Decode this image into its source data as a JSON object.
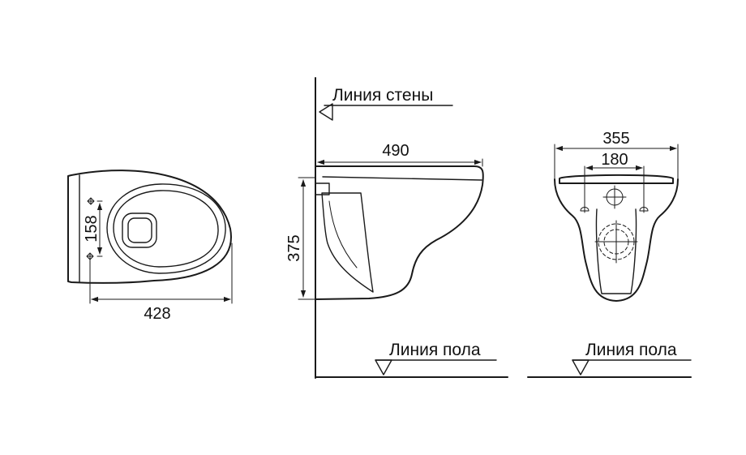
{
  "colors": {
    "line": "#1a1a1a",
    "background": "#ffffff"
  },
  "top_view": {
    "dim_width": "428",
    "dim_holes": "158"
  },
  "side_view": {
    "wall_label": "Линия стены",
    "dim_length": "490",
    "dim_height": "375",
    "floor_label": "Линия пола"
  },
  "front_view": {
    "dim_width": "355",
    "dim_holes": "180",
    "floor_label": "Линия пола"
  }
}
